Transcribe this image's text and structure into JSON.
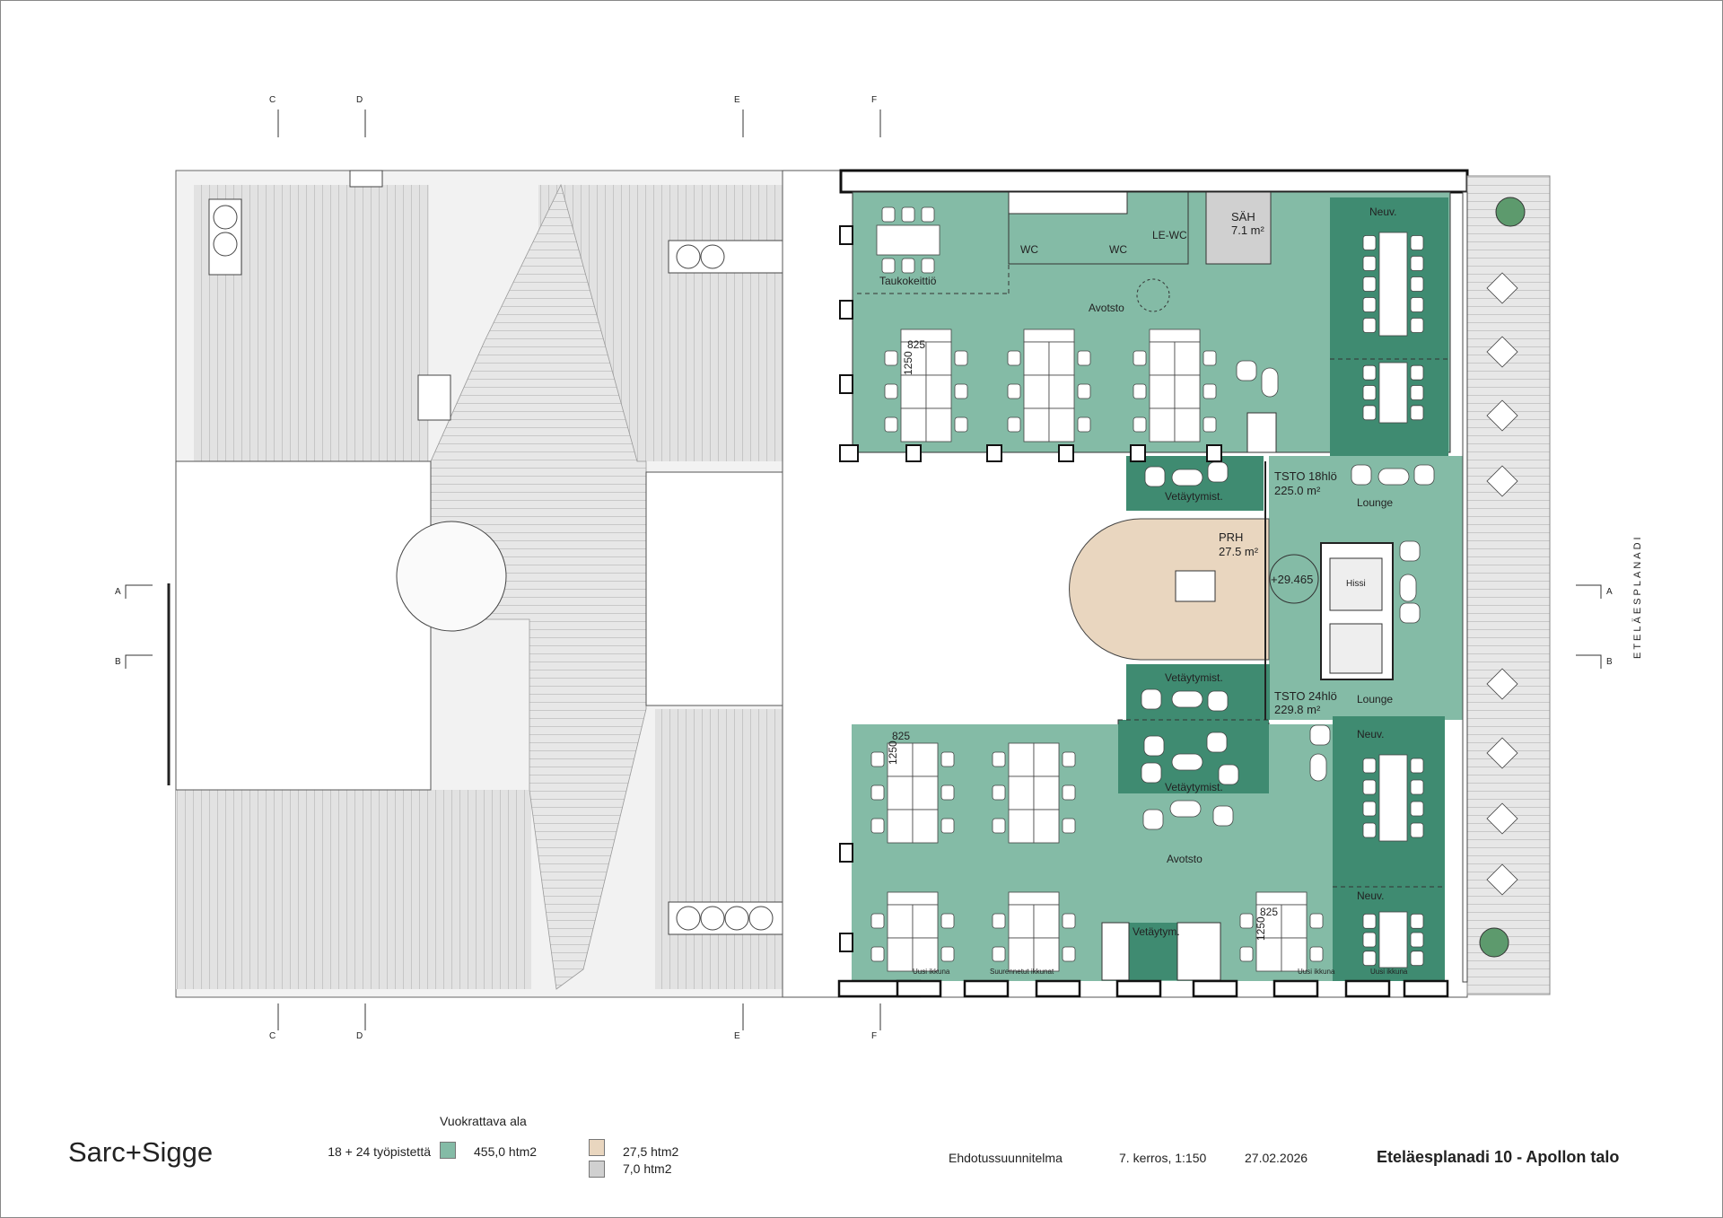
{
  "colors": {
    "office_green": "#84bba6",
    "dark_green": "#3f8b71",
    "stair_beige": "#e9d6bf",
    "tech_gray": "#d0d0d0",
    "roof_gray": "#e6e6e6"
  },
  "plan": {
    "rooms": {
      "taukokeittio": "Taukokeittiö",
      "avotsto_upper": "Avotsto",
      "wc1": "WC",
      "wc2": "WC",
      "le_wc": "LE-WC",
      "sah": "SÄH",
      "sah_area": "7.1 m²",
      "neuv1": "Neuv.",
      "tsto18": "TSTO 18hlö",
      "tsto18_area": "225.0 m²",
      "lounge1": "Lounge",
      "vetaytymist1": "Vetäytymist.",
      "prh": "PRH",
      "prh_area": "27.5 m²",
      "level": "+29.465",
      "hissi": "Hissi",
      "vetaytymist2": "Vetäytymist.",
      "tsto24": "TSTO 24hlö",
      "tsto24_area": "229.8 m²",
      "lounge2": "Lounge",
      "neuv2": "Neuv.",
      "vetaytymist3": "Vetäytymist.",
      "avotsto_lower": "Avotsto",
      "neuv3": "Neuv.",
      "vetaytym": "Vetäytym."
    },
    "dimensions": {
      "width": "825",
      "depth": "1250"
    },
    "windows": {
      "new1": "Uusi ikkuna",
      "enlarged": "Suurennetut ikkunat",
      "new2": "Uusi ikkuna",
      "new3": "Uusi ikkuna"
    },
    "street": "ETELÄESPLANADI",
    "sections": {
      "a": "A",
      "b": "B",
      "c": "C",
      "d": "D",
      "e": "E",
      "f": "F"
    }
  },
  "footer": {
    "logo": "Sarc+Sigge",
    "legend_title": "Vuokrattava ala",
    "workstations": "18 + 24 työpistettä",
    "office_area": "455,0 htm2",
    "stair_area": "27,5 htm2",
    "tech_area": "7,0 htm2",
    "plan_type": "Ehdotussuunnitelma",
    "floor_scale": "7. kerros, 1:150",
    "date": "27.02.2026",
    "project_title": "Eteläesplanadi 10 - Apollon talo"
  }
}
